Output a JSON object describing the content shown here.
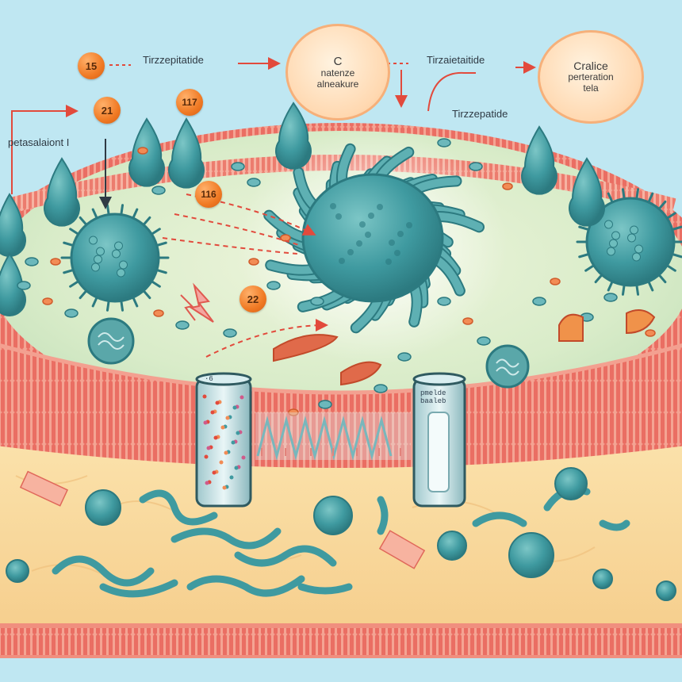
{
  "labels": {
    "tirzepatide_top": "Tirzzepitatide",
    "tirzepatide_top_right": "Tirzaietaitide",
    "tirzepatide_mid": "Tirzzepatide",
    "left_label": "petasalaiont",
    "left_label_suffix": "I"
  },
  "bubbles": {
    "left": {
      "line1": "C",
      "line2": "natenze",
      "line3": "alneakure"
    },
    "right": {
      "line1": "Cralice",
      "line2": "perteration",
      "line3": "tela"
    }
  },
  "badges": {
    "b15": "15",
    "b21": "21",
    "b17": "117",
    "b116": "116",
    "b22": "22"
  },
  "tubes": {
    "left_label": "·6",
    "right_label_line1": "pmelde",
    "right_label_line2": "baaleb"
  },
  "colors": {
    "background": "#bfe7f2",
    "cell_teal": "#3f9aa0",
    "membrane_red": "#ef7f72",
    "tissue_yellow": "#f8d89a",
    "badge_orange": "#f07a24",
    "arrow_red": "#e24a3c"
  }
}
